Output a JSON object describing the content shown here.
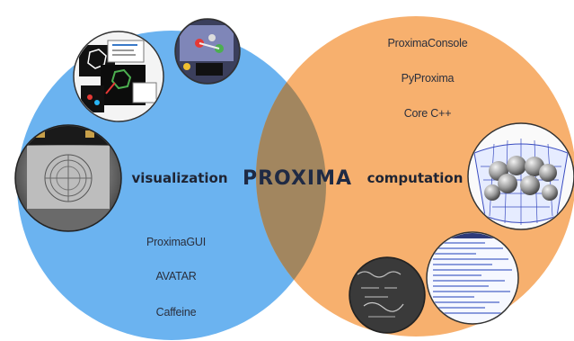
{
  "center_label": "PROXIMA",
  "left": {
    "heading": "visualization",
    "items": [
      "ProximaGUI",
      "AVATAR",
      "Caffeine"
    ]
  },
  "right": {
    "heading": "computation",
    "items": [
      "ProximaConsole",
      "PyProxima",
      "Core C++"
    ]
  },
  "colors": {
    "left_circle": "#6bb3f0",
    "right_circle": "#f7b06e",
    "overlap": "#a2865f",
    "text": "#1f2433"
  },
  "icons": [
    "molecule-graph-screenshot-icon",
    "molecule-3d-render-icon",
    "room-projection-photo-icon",
    "mesh-molecule-icon",
    "code-listing-icon",
    "blackboard-photo-icon"
  ]
}
